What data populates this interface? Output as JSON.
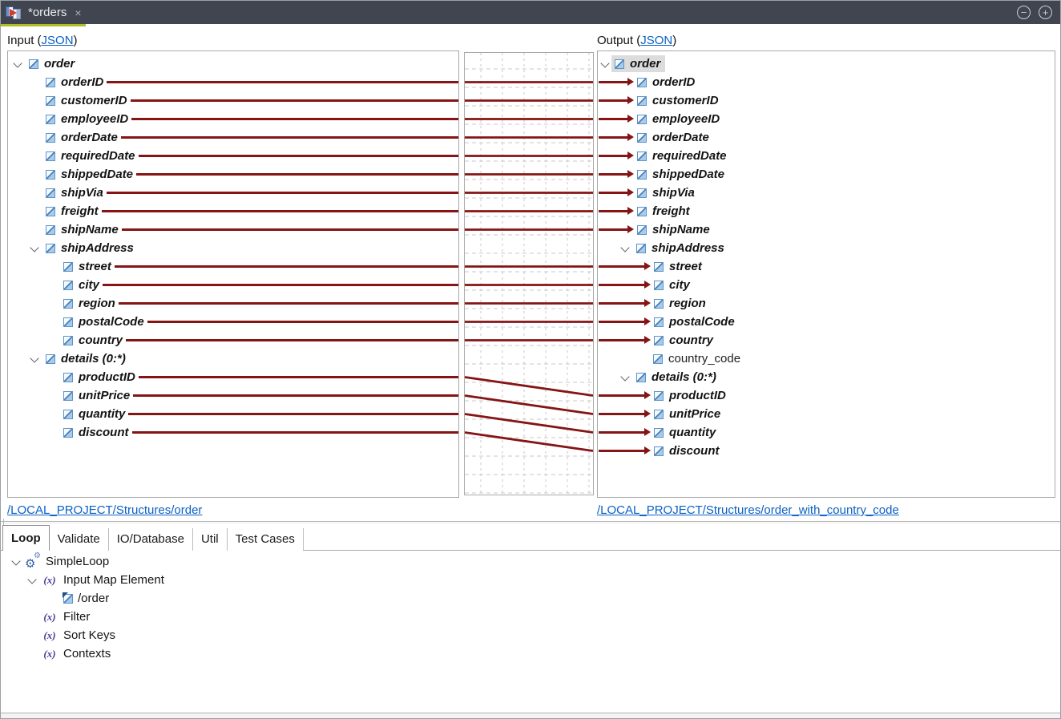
{
  "window": {
    "tab_title": "*orders",
    "close_glyph": "×",
    "minimize_glyph": "−",
    "maximize_glyph": "+"
  },
  "input_panel": {
    "header_prefix": "Input (",
    "header_link": "JSON",
    "header_suffix": ")",
    "footer_link": "/LOCAL_PROJECT/Structures/order"
  },
  "output_panel": {
    "header_prefix": "Output (",
    "header_link": "JSON",
    "header_suffix": ")",
    "footer_link": "/LOCAL_PROJECT/Structures/order_with_country_code"
  },
  "input_tree": [
    {
      "label": "order",
      "level": 0,
      "chevron": true,
      "wire": false
    },
    {
      "label": "orderID",
      "level": 1,
      "wire": true
    },
    {
      "label": "customerID",
      "level": 1,
      "wire": true
    },
    {
      "label": "employeeID",
      "level": 1,
      "wire": true
    },
    {
      "label": "orderDate",
      "level": 1,
      "wire": true
    },
    {
      "label": "requiredDate",
      "level": 1,
      "wire": true
    },
    {
      "label": "shippedDate",
      "level": 1,
      "wire": true
    },
    {
      "label": "shipVia",
      "level": 1,
      "wire": true
    },
    {
      "label": "freight",
      "level": 1,
      "wire": true
    },
    {
      "label": "shipName",
      "level": 1,
      "wire": true
    },
    {
      "label": "shipAddress",
      "level": 1,
      "chevron": true,
      "wire": false
    },
    {
      "label": "street",
      "level": 2,
      "wire": true
    },
    {
      "label": "city",
      "level": 2,
      "wire": true
    },
    {
      "label": "region",
      "level": 2,
      "wire": true
    },
    {
      "label": "postalCode",
      "level": 2,
      "wire": true
    },
    {
      "label": "country",
      "level": 2,
      "wire": true
    },
    {
      "label": "details (0:*)",
      "level": 1,
      "chevron": true,
      "wire": false
    },
    {
      "label": "productID",
      "level": 2,
      "wire": true
    },
    {
      "label": "unitPrice",
      "level": 2,
      "wire": true
    },
    {
      "label": "quantity",
      "level": 2,
      "wire": true
    },
    {
      "label": "discount",
      "level": 2,
      "wire": true
    }
  ],
  "output_tree": [
    {
      "label": "order",
      "level": 0,
      "chevron": true,
      "selected": true
    },
    {
      "label": "orderID",
      "level": 1,
      "arrow": true
    },
    {
      "label": "customerID",
      "level": 1,
      "arrow": true
    },
    {
      "label": "employeeID",
      "level": 1,
      "arrow": true
    },
    {
      "label": "orderDate",
      "level": 1,
      "arrow": true
    },
    {
      "label": "requiredDate",
      "level": 1,
      "arrow": true
    },
    {
      "label": "shippedDate",
      "level": 1,
      "arrow": true
    },
    {
      "label": "shipVia",
      "level": 1,
      "arrow": true
    },
    {
      "label": "freight",
      "level": 1,
      "arrow": true
    },
    {
      "label": "shipName",
      "level": 1,
      "arrow": true
    },
    {
      "label": "shipAddress",
      "level": 1,
      "chevron": true
    },
    {
      "label": "street",
      "level": 2,
      "arrow": true
    },
    {
      "label": "city",
      "level": 2,
      "arrow": true
    },
    {
      "label": "region",
      "level": 2,
      "arrow": true
    },
    {
      "label": "postalCode",
      "level": 2,
      "arrow": true
    },
    {
      "label": "country",
      "level": 2,
      "arrow": true
    },
    {
      "label": "country_code",
      "level": 2,
      "plain": true
    },
    {
      "label": "details (0:*)",
      "level": 1,
      "chevron": true
    },
    {
      "label": "productID",
      "level": 2,
      "arrow": true
    },
    {
      "label": "unitPrice",
      "level": 2,
      "arrow": true
    },
    {
      "label": "quantity",
      "level": 2,
      "arrow": true
    },
    {
      "label": "discount",
      "level": 2,
      "arrow": true
    }
  ],
  "wires": [
    [
      1,
      1
    ],
    [
      2,
      2
    ],
    [
      3,
      3
    ],
    [
      4,
      4
    ],
    [
      5,
      5
    ],
    [
      6,
      6
    ],
    [
      7,
      7
    ],
    [
      8,
      8
    ],
    [
      9,
      9
    ],
    [
      11,
      11
    ],
    [
      12,
      12
    ],
    [
      13,
      13
    ],
    [
      14,
      14
    ],
    [
      15,
      15
    ],
    [
      17,
      18
    ],
    [
      18,
      19
    ],
    [
      19,
      20
    ],
    [
      20,
      21
    ]
  ],
  "bottom": {
    "tabs": [
      {
        "label": "Loop",
        "active": true
      },
      {
        "label": "Validate",
        "active": false
      },
      {
        "label": "IO/Database",
        "active": false
      },
      {
        "label": "Util",
        "active": false
      },
      {
        "label": "Test Cases",
        "active": false
      }
    ],
    "tree": [
      {
        "label": "SimpleLoop",
        "icon": "gears-icon",
        "chevron": true,
        "level": 0
      },
      {
        "label": "Input Map Element",
        "icon": "fx-icon",
        "chevron": true,
        "level": 1
      },
      {
        "label": "/order",
        "icon": "node-arrow-icon",
        "chevron": false,
        "level": 2
      },
      {
        "label": "Filter",
        "icon": "fx-icon",
        "chevron": false,
        "level": 1
      },
      {
        "label": "Sort Keys",
        "icon": "fx-icon",
        "chevron": false,
        "level": 1
      },
      {
        "label": "Contexts",
        "icon": "fx-icon",
        "chevron": false,
        "level": 1
      }
    ]
  },
  "colors": {
    "wire": "#851414",
    "link": "#0b61c4",
    "accent_green": "#b2bc25",
    "titlebar": "#40454f",
    "selection": "#dcdcdc",
    "grid": "#c9c9c9",
    "fx_purple": "#473a96",
    "gear_blue": "#2e5fa8"
  }
}
